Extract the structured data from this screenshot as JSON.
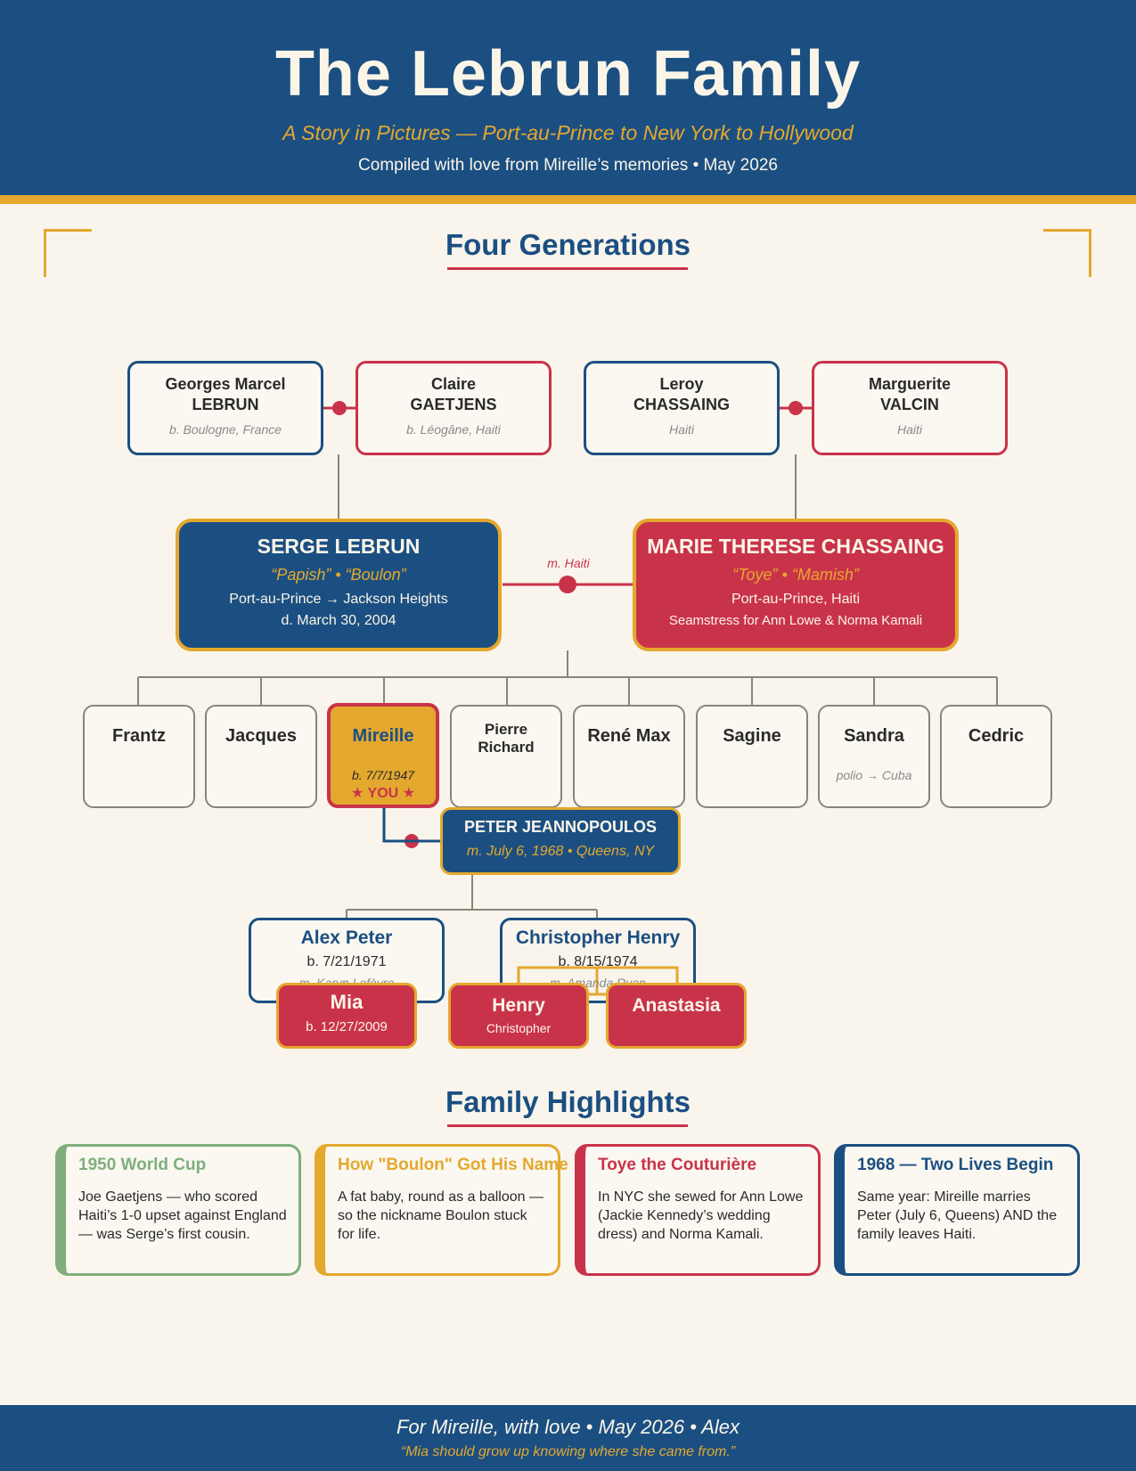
{
  "header": {
    "title": "The Lebrun Family",
    "subtitle": "A Story in Pictures — Port-au-Prince to New York to Hollywood",
    "compiled": "Compiled with love from Mireille’s memories  •  May 2026"
  },
  "colors": {
    "navy": "#1b4f82",
    "gold": "#e4a82e",
    "red": "#c9334a",
    "cream": "#f9f5ec",
    "green": "#7fae7c"
  },
  "tree": {
    "section_title": "Four Generations",
    "grandparents": [
      {
        "first": "Georges Marcel",
        "last": "LEBRUN",
        "origin": "b. Boulogne, France"
      },
      {
        "first": "Claire",
        "last": "GAETJENS",
        "origin": "b. Léogâne, Haiti"
      },
      {
        "first": "Leroy",
        "last": "CHASSAING",
        "origin": "Haiti"
      },
      {
        "first": "Marguerite",
        "last": "VALCIN",
        "origin": "Haiti"
      }
    ],
    "father": {
      "name": "SERGE LEBRUN",
      "nicknames": "“Papish” • “Boulon”",
      "line1": "Port-au-Prince → Jackson Heights",
      "line2": "d. March 30, 2004"
    },
    "marriage_label": "m. Haiti",
    "mother": {
      "name": "MARIE THERESE CHASSAING",
      "nicknames": "“Toye” • “Mamish”",
      "line1": "Port-au-Prince, Haiti",
      "line2": "Seamstress for Ann Lowe & Norma Kamali"
    },
    "siblings": [
      {
        "name": "Frantz"
      },
      {
        "name": "Jacques"
      },
      {
        "name": "Mireille",
        "birth": "b. 7/7/1947",
        "tag": "★ YOU ★"
      },
      {
        "name": "Pierre Richard"
      },
      {
        "name": "René Max"
      },
      {
        "name": "Sagine"
      },
      {
        "name": "Sandra",
        "note": "polio → Cuba"
      },
      {
        "name": "Cedric"
      }
    ],
    "spouse": {
      "name": "PETER JEANNOPOULOS",
      "detail": "m. July 6, 1968 • Queens, NY"
    },
    "children": [
      {
        "name": "Alex Peter",
        "birth": "b. 7/21/1971",
        "married": "m. Karyn Lefèvre"
      },
      {
        "name": "Christopher Henry",
        "birth": "b. 8/15/1974",
        "married": "m. Amanda Ryan"
      }
    ],
    "grandchildren": [
      {
        "name": "Mia",
        "sub": "b. 12/27/2009"
      },
      {
        "name": "Henry",
        "sub": "Christopher"
      },
      {
        "name": "Anastasia",
        "sub": ""
      }
    ]
  },
  "highlights": {
    "section_title": "Family Highlights",
    "cards": [
      {
        "title": "1950 World Cup",
        "text": "Joe Gaetjens — who scored Haiti’s 1-0 upset against England — was Serge’s first cousin.",
        "color": "#7fae7c"
      },
      {
        "title": "How \"Boulon\" Got His Name",
        "text": "A fat baby, round as a balloon — so the nickname Boulon stuck for life.",
        "color": "#e4a82e"
      },
      {
        "title": "Toye the Couturière",
        "text": "In NYC she sewed for Ann Lowe (Jackie Kennedy’s wedding dress) and Norma Kamali.",
        "color": "#c9334a"
      },
      {
        "title": "1968 — Two Lives Begin",
        "text": "Same year: Mireille marries Peter (July 6, Queens) AND the family leaves Haiti.",
        "color": "#1b4f82"
      }
    ]
  },
  "footer": {
    "line1": "For Mireille, with love • May 2026 • Alex",
    "line2": "“Mia should grow up knowing where she came from.”"
  }
}
